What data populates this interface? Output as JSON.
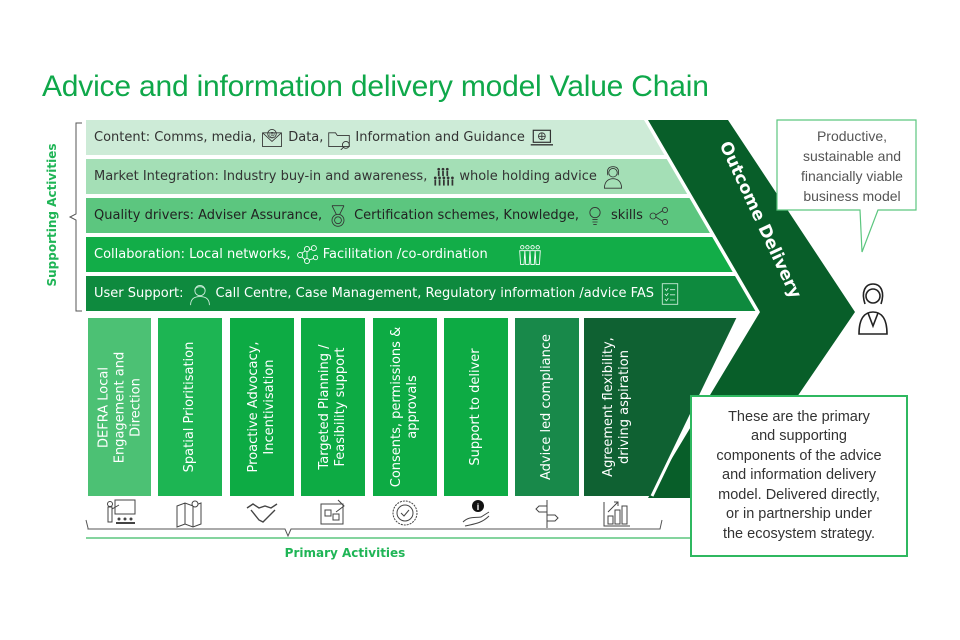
{
  "title": "Advice and information delivery model Value Chain",
  "supporting_activities": {
    "label": "Supporting Activities",
    "rows": [
      {
        "segments": [
          "Content: Comms, media,",
          "Data,",
          "Information and Guidance"
        ],
        "icons": [
          "email-icon",
          "folder-search-icon",
          "laptop-globe-icon"
        ],
        "color": "#cdebd7"
      },
      {
        "segments": [
          "Market Integration: Industry buy-in and awareness,",
          "whole holding advice"
        ],
        "icons": [
          "group-people-icon",
          "advisor-person-icon"
        ],
        "color": "#a4dfb6"
      },
      {
        "segments": [
          "Quality drivers: Adviser Assurance,",
          "Certification schemes, Knowledge,",
          "skills"
        ],
        "icons": [
          "medal-icon",
          "lightbulb-icon",
          "share-network-icon"
        ],
        "color": "#5cc67f"
      },
      {
        "segments": [
          "Collaboration: Local networks,",
          "Facilitation /co-ordination"
        ],
        "icons": [
          "network-icon",
          "team-icon"
        ],
        "color": "#12ad48"
      },
      {
        "segments": [
          "User Support:",
          "Call Centre, Case Management,  Regulatory information /advice FAS"
        ],
        "icons": [
          "headset-user-icon",
          "checklist-icon"
        ],
        "color": "#0e8a3e"
      }
    ]
  },
  "primary_activities": {
    "label": "Primary Activities",
    "columns": [
      {
        "lines": [
          "DEFRA Local",
          "Engagement and",
          "Direction"
        ],
        "icon": "presentation-icon",
        "color": "#4cc174"
      },
      {
        "lines": [
          "Spatial Prioritisation"
        ],
        "icon": "map-pin-icon",
        "color": "#1db553"
      },
      {
        "lines": [
          "Proactive Advocacy,",
          "Incentivisation"
        ],
        "icon": "handshake-icon",
        "color": "#0dab44"
      },
      {
        "lines": [
          "Targeted Planning /",
          "Feasibility support"
        ],
        "icon": "blueprint-icon",
        "color": "#0dab44"
      },
      {
        "lines": [
          "Consents, permissions &",
          "approvals"
        ],
        "icon": "certified-badge-icon",
        "color": "#0dab44"
      },
      {
        "lines": [
          "Support to deliver"
        ],
        "icon": "info-hand-icon",
        "color": "#0dab44"
      },
      {
        "lines": [
          "Advice led compliance"
        ],
        "icon": "signpost-icon",
        "color": "#18894a"
      },
      {
        "lines": [
          "Agreement flexibility,",
          "driving aspiration"
        ],
        "icon": "growth-chart-icon",
        "color": "#0f6132"
      }
    ]
  },
  "outcome": {
    "label": "Outcome Delivery",
    "color": "#085e29"
  },
  "callout": {
    "text": "Productive, sustainable and financially viable business model",
    "lines": [
      "Productive,",
      "sustainable and",
      "financially viable",
      "business model"
    ],
    "icon": "customer-person-icon"
  },
  "note": {
    "lines": [
      "These are the primary",
      "and supporting",
      "components of the advice",
      "and information delivery",
      "model. Delivered directly,",
      "or in partnership under",
      "the ecosystem strategy."
    ]
  },
  "colors": {
    "accent": "#0fa84a",
    "label_green": "#1fb556",
    "dark_green": "#085e29"
  }
}
